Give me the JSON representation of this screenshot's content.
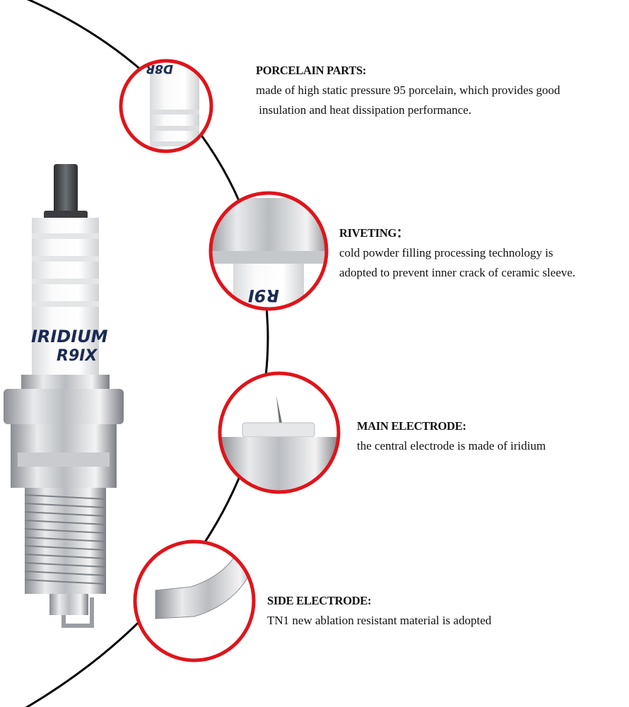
{
  "colors": {
    "ring": "#e0141b",
    "curve": "#000000",
    "label_ink": "#1b2a55"
  },
  "plug": {
    "brand_text": "IRIDIUM",
    "model_text": "R9IX",
    "zoom_text_1": "D8R",
    "zoom_text_2": "R9I"
  },
  "callouts": [
    {
      "title": "PORCELAIN PARTS:",
      "lines": [
        "made of high static pressure 95 porcelain, which provides good",
        " insulation and heat dissipation performance."
      ]
    },
    {
      "title": "RIVETING：",
      "lines": [
        "cold powder filling processing technology is",
        "adopted to prevent inner crack of ceramic sleeve."
      ]
    },
    {
      "title": "MAIN ELECTRODE:",
      "lines": [
        "the central electrode is made of iridium"
      ]
    },
    {
      "title": "SIDE ELECTRODE:",
      "lines": [
        "TN1 new ablation resistant material is adopted"
      ]
    }
  ]
}
